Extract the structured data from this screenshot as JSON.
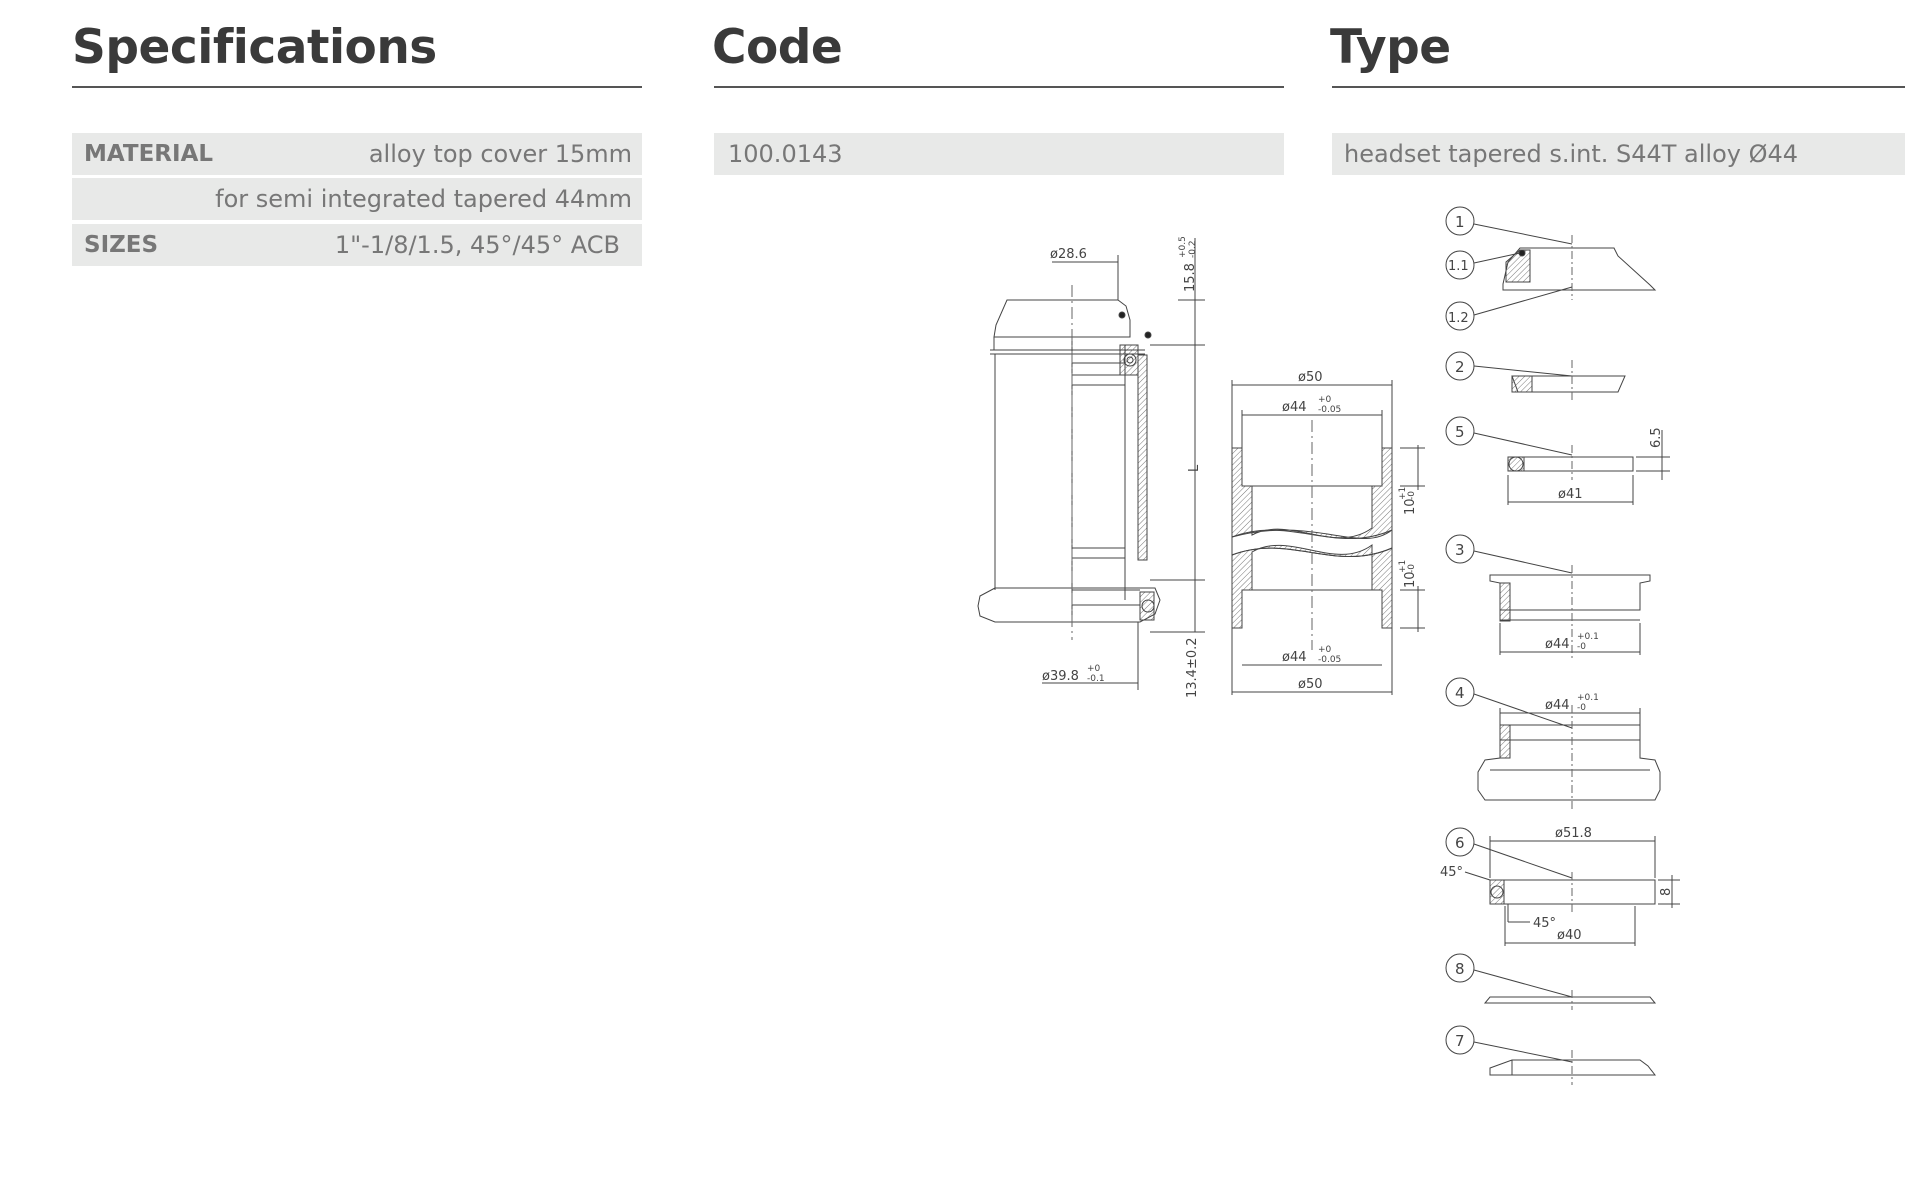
{
  "headers": {
    "specifications": "Specifications",
    "code": "Code",
    "type": "Type"
  },
  "specs": {
    "material_label": "MATERIAL",
    "material_value": "alloy top cover 15mm",
    "material_value2": "for semi integrated tapered 44mm",
    "sizes_label": "SIZES",
    "sizes_value": "1\"-1/8/1.5, 45°/45° ACB"
  },
  "code": {
    "value": "100.0143"
  },
  "type": {
    "value": "headset tapered s.int. S44T alloy Ø44"
  },
  "drawing": {
    "dims": {
      "d28_6": "ø28.6",
      "h15_8": "15.8",
      "h15_8_tol_up": "+0.5",
      "h15_8_tol_dn": "-0.2",
      "L": "L",
      "h13_4": "13.4±0.2",
      "d39_8": "ø39.8",
      "d39_8_tol_up": "+0",
      "d39_8_tol_dn": "-0.1",
      "d50_top": "ø50",
      "d44_top": "ø44",
      "d44_top_tol_up": "+0",
      "d44_top_tol_dn": "-0.05",
      "h10_top": "10",
      "h10_top_tol_up": "+1",
      "h10_top_tol_dn": "-0",
      "h10_bot": "10",
      "h10_bot_tol_up": "+1",
      "h10_bot_tol_dn": "-0",
      "d44_bot": "ø44",
      "d44_bot_tol_up": "+0",
      "d44_bot_tol_dn": "-0.05",
      "d50_bot": "ø50"
    },
    "parts": {
      "p1": "1",
      "p1_1": "1.1",
      "p1_2": "1.2",
      "p2": "2",
      "p5": "5",
      "p3": "3",
      "p4": "4",
      "p6": "6",
      "p8": "8",
      "p7": "7",
      "h6_5": "6.5",
      "d41": "ø41",
      "d44_p3": "ø44",
      "d44_p3_tol_up": "+0.1",
      "d44_p3_tol_dn": "-0",
      "d44_p4": "ø44",
      "d44_p4_tol_up": "+0.1",
      "d44_p4_tol_dn": "-0",
      "d51_8": "ø51.8",
      "a45_top": "45°",
      "a45_bot": "45°",
      "h8": "8",
      "d40": "ø40"
    }
  }
}
